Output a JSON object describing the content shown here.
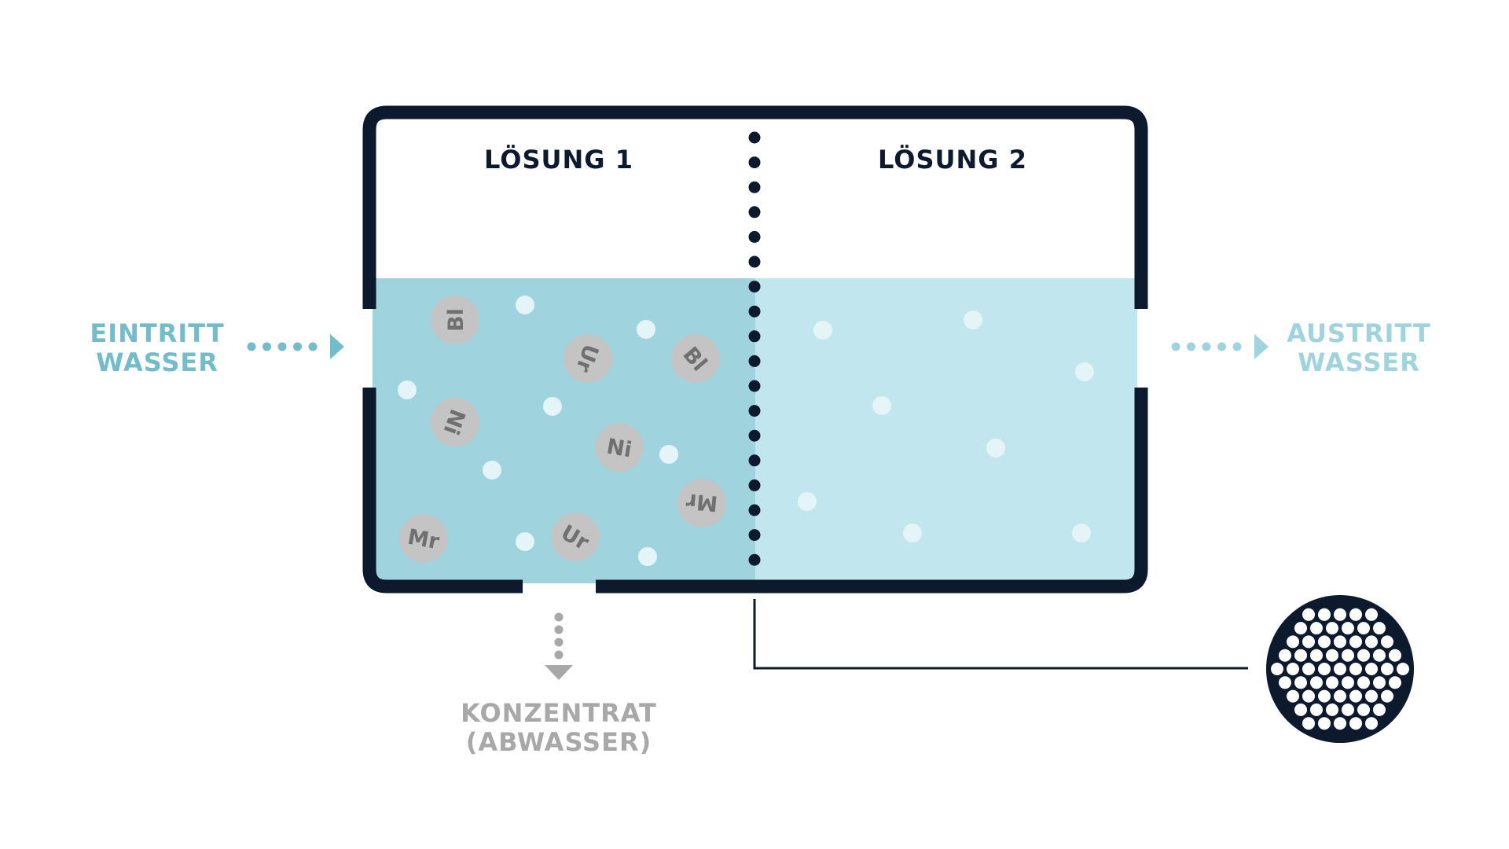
{
  "labels": {
    "solution_1": "LÖSUNG 1",
    "solution_2": "LÖSUNG 2",
    "inlet_line1": "EINTRITT",
    "inlet_line2": "WASSER",
    "outlet_line1": "AUSTRITT",
    "outlet_line2": "WASSER",
    "concentrate_line1": "KONZENTRAT",
    "concentrate_line2": "(ABWASSER)"
  },
  "ions": [
    {
      "symbol": "Bl",
      "rotation": -90
    },
    {
      "symbol": "Ur",
      "rotation": 110
    },
    {
      "symbol": "Bl",
      "rotation": 50
    },
    {
      "symbol": "Ni",
      "rotation": 110
    },
    {
      "symbol": "Ni",
      "rotation": 10
    },
    {
      "symbol": "Mr",
      "rotation": 185
    },
    {
      "symbol": "Mr",
      "rotation": 10
    },
    {
      "symbol": "Ur",
      "rotation": 30
    }
  ],
  "colors": {
    "frame": "#0d1a2e",
    "solution_1_fill": "#9fd4df",
    "solution_2_fill": "#c1e6ee",
    "inlet_color": "#72bccb",
    "outlet_color": "#9fd4df",
    "concentrate_color": "#a8a8a8",
    "ion_fill": "#c4c4c4",
    "ion_text": "#707070",
    "water_dot": "#e4f4f8"
  },
  "icons": {
    "inlet": "dotted-arrow-right-icon",
    "outlet": "dotted-arrow-right-icon",
    "concentrate": "dotted-arrow-down-icon",
    "membrane_detail": "membrane-pore-magnifier-icon"
  }
}
